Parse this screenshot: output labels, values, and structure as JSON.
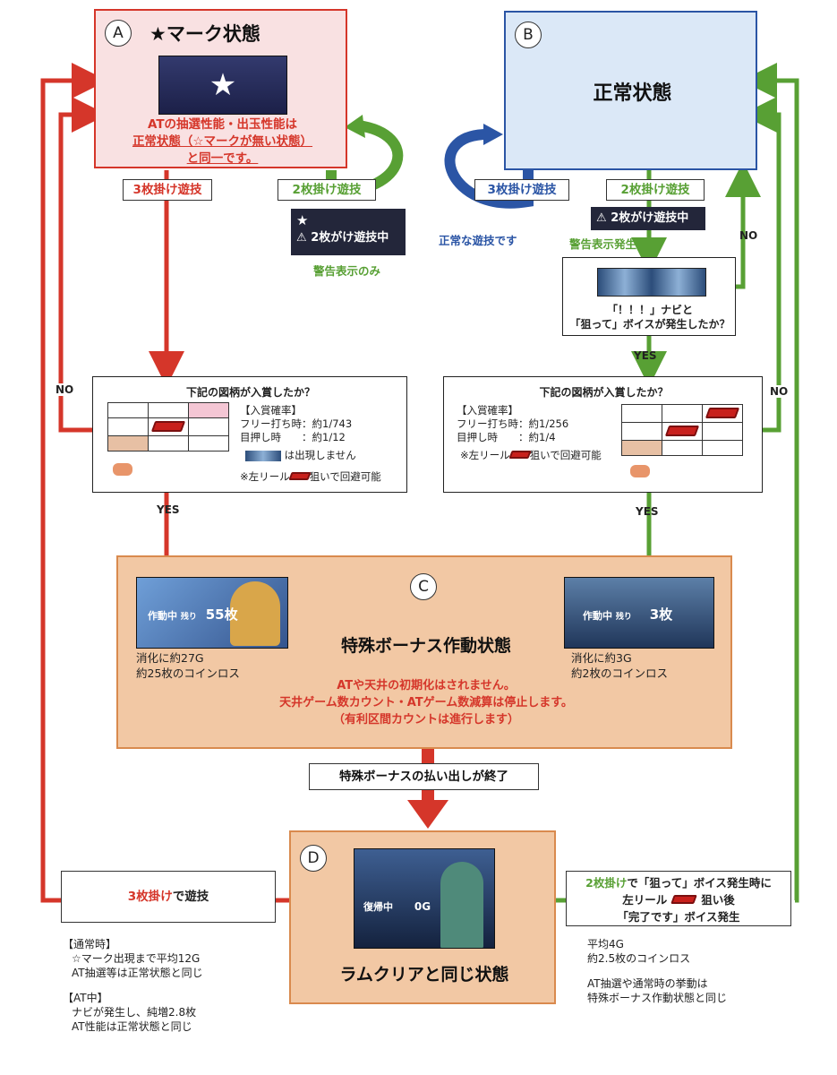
{
  "state_a": {
    "circle": "A",
    "title": "★マーク状態",
    "star": "★",
    "desc_line1": "ATの抽選性能・出玉性能は",
    "desc_line2": "正常状態（☆マークが無い状態）",
    "desc_line3": "と同一です。"
  },
  "state_b": {
    "circle": "B",
    "title": "正常状態"
  },
  "a_flow": {
    "bet3_label": "3枚掛け遊技",
    "bet2_label": "2枚掛け遊技",
    "warn_star": "★",
    "warn_text": "2枚がけ遊技中",
    "warn_caption": "警告表示のみ",
    "no_label": "NO",
    "yes_label": "YES"
  },
  "b_flow": {
    "bet3_label": "3枚掛け遊技",
    "bet3_caption": "正常な遊技です",
    "bet2_label": "2枚掛け遊技",
    "warn_text": "2枚がけ遊技中",
    "warn_caption": "警告表示発生",
    "navi_question_line1": "「！！！」ナビと",
    "navi_question_line2": "「狙って」ボイスが発生したか？",
    "no_label_top": "NO",
    "yes_label": "YES",
    "no_label_side": "NO",
    "yes_label_bottom": "YES"
  },
  "question_left": {
    "title": "下記の図柄が入賞したか？",
    "prob_header": "【入賞確率】",
    "prob_free": "フリー打ち時：約1/743",
    "prob_eye": "目押し時　　：約1/12",
    "not_appear": "は出現しません",
    "avoid_pre": "※左リール",
    "avoid_post": "狙いで回避可能"
  },
  "question_right": {
    "title": "下記の図柄が入賞したか？",
    "prob_header": "【入賞確率】",
    "prob_free": "フリー打ち時：約1/256",
    "prob_eye": "目押し時　　：約1/4",
    "avoid_pre": "※左リール",
    "avoid_post": "狙いで回避可能"
  },
  "state_c": {
    "circle": "C",
    "title": "特殊ボーナス作動状態",
    "left_screen": {
      "status": "作動中",
      "remain_label": "残り",
      "remain_value": "55枚"
    },
    "right_screen": {
      "status": "作動中",
      "remain_label": "残り",
      "remain_value": "3枚"
    },
    "left_note_line1": "消化に約27G",
    "left_note_line2": "約25枚のコインロス",
    "right_note_line1": "消化に約3G",
    "right_note_line2": "約2枚のコインロス",
    "red_line1": "ATや天井の初期化はされません。",
    "red_line2": "天井ゲーム数カウント・ATゲーム数減算は停止します。",
    "red_line3": "（有利区間カウントは進行します）"
  },
  "payout_end_label": "特殊ボーナスの払い出しが終了",
  "state_d": {
    "circle": "D",
    "title": "ラムクリアと同じ状態",
    "screen_status": "復帰中",
    "screen_value": "0G"
  },
  "d_left": {
    "label_red": "3枚掛け",
    "label_rest": "で遊技",
    "normal_header": "【通常時】",
    "normal_line1": "☆マーク出現まで平均12G",
    "normal_line2": "AT抽選等は正常状態と同じ",
    "at_header": "【AT中】",
    "at_line1": "ナビが発生し、純増2.8枚",
    "at_line2": "AT性能は正常状態と同じ"
  },
  "d_right": {
    "line1_green": "2枚掛け",
    "line1_rest": "で「狙って」ボイス発生時に",
    "line2_pre": "左リール",
    "line2_post": "狙い後",
    "line3": "「完了です」ボイス発生",
    "note_line1": "平均4G",
    "note_line2": "約2.5枚のコインロス",
    "note_line3": "AT抽選や通常時の挙動は",
    "note_line4": "特殊ボーナス作動状態と同じ"
  },
  "colors": {
    "red": "#d5362a",
    "green": "#58a034",
    "blue": "#2b55a5",
    "orange_fill": "#f2c8a4",
    "orange_border": "#d98a4e"
  }
}
